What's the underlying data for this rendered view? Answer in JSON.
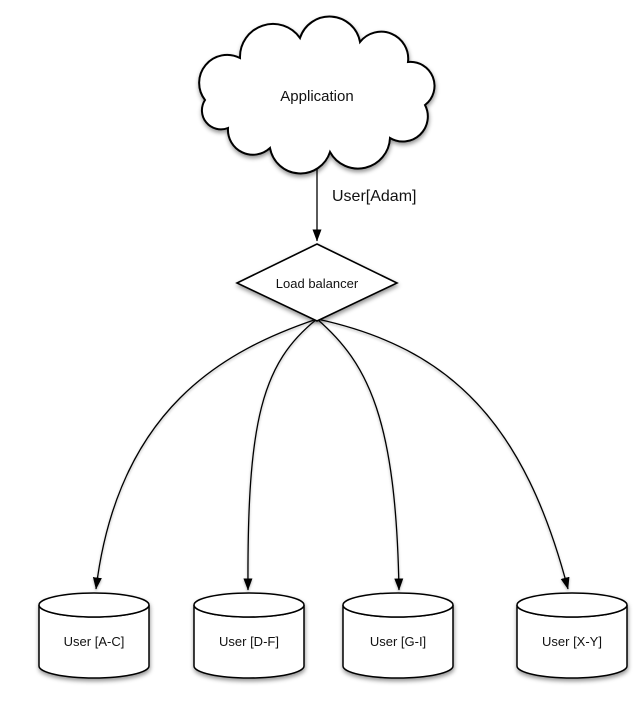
{
  "diagram": {
    "background_color": "#ffffff",
    "stroke_color": "#000000",
    "shape_fill_color": "#ffffff",
    "cloud": {
      "label": "Application"
    },
    "request_edge": {
      "label": "User[Adam]"
    },
    "load_balancer": {
      "label": "Load balancer"
    },
    "shards": [
      {
        "label": "User [A-C]"
      },
      {
        "label": "User [D-F]"
      },
      {
        "label": "User [G-I]"
      },
      {
        "label": "User [X-Y]"
      }
    ]
  }
}
